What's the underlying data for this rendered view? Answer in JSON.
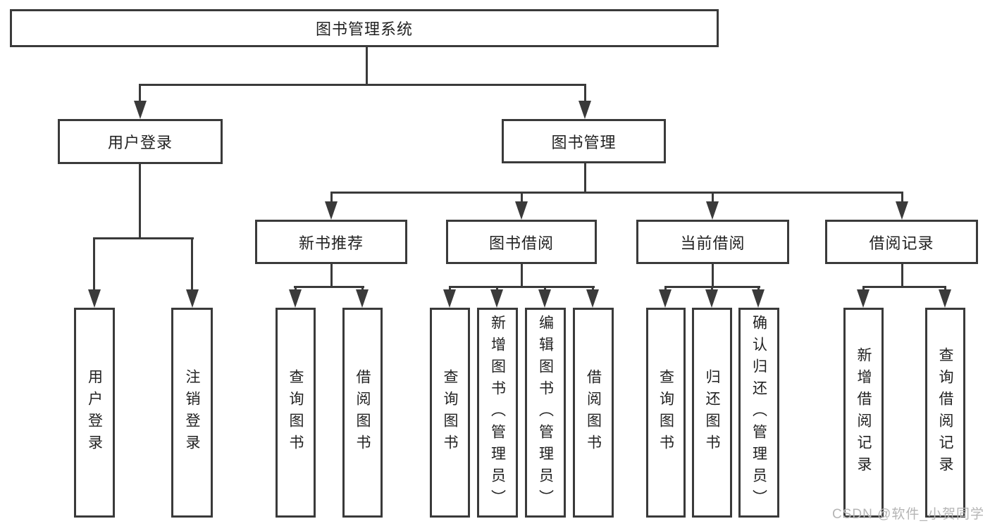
{
  "diagram": {
    "title": "图书管理系统",
    "nodes": {
      "root": {
        "label": "图书管理系统"
      },
      "user_login": {
        "label": "用户登录"
      },
      "book_mgmt": {
        "label": "图书管理"
      },
      "login": {
        "label": "用户登录"
      },
      "logout": {
        "label": "注销登录"
      },
      "new_book_rec": {
        "label": "新书推荐"
      },
      "book_borrow": {
        "label": "图书借阅"
      },
      "current_borrow": {
        "label": "当前借阅"
      },
      "borrow_records": {
        "label": "借阅记录"
      },
      "nb_query": {
        "label": "查询图书"
      },
      "nb_borrow": {
        "label": "借阅图书"
      },
      "bb_query": {
        "label": "查询图书"
      },
      "bb_add": {
        "label": "新增图书（管理员）"
      },
      "bb_edit": {
        "label": "编辑图书（管理员）"
      },
      "bb_borrow": {
        "label": "借阅图书"
      },
      "cb_query": {
        "label": "查询图书"
      },
      "cb_return": {
        "label": "归还图书"
      },
      "cb_confirm": {
        "label": "确认归还（管理员）"
      },
      "br_add": {
        "label": "新增借阅记录"
      },
      "br_query": {
        "label": "查询借阅记录"
      }
    },
    "watermark": "CSDN @软件_小贺同学",
    "colors": {
      "line": "#3a3a3a",
      "text": "#222222",
      "background": "#ffffff",
      "watermark": "#b5b5b5"
    }
  }
}
